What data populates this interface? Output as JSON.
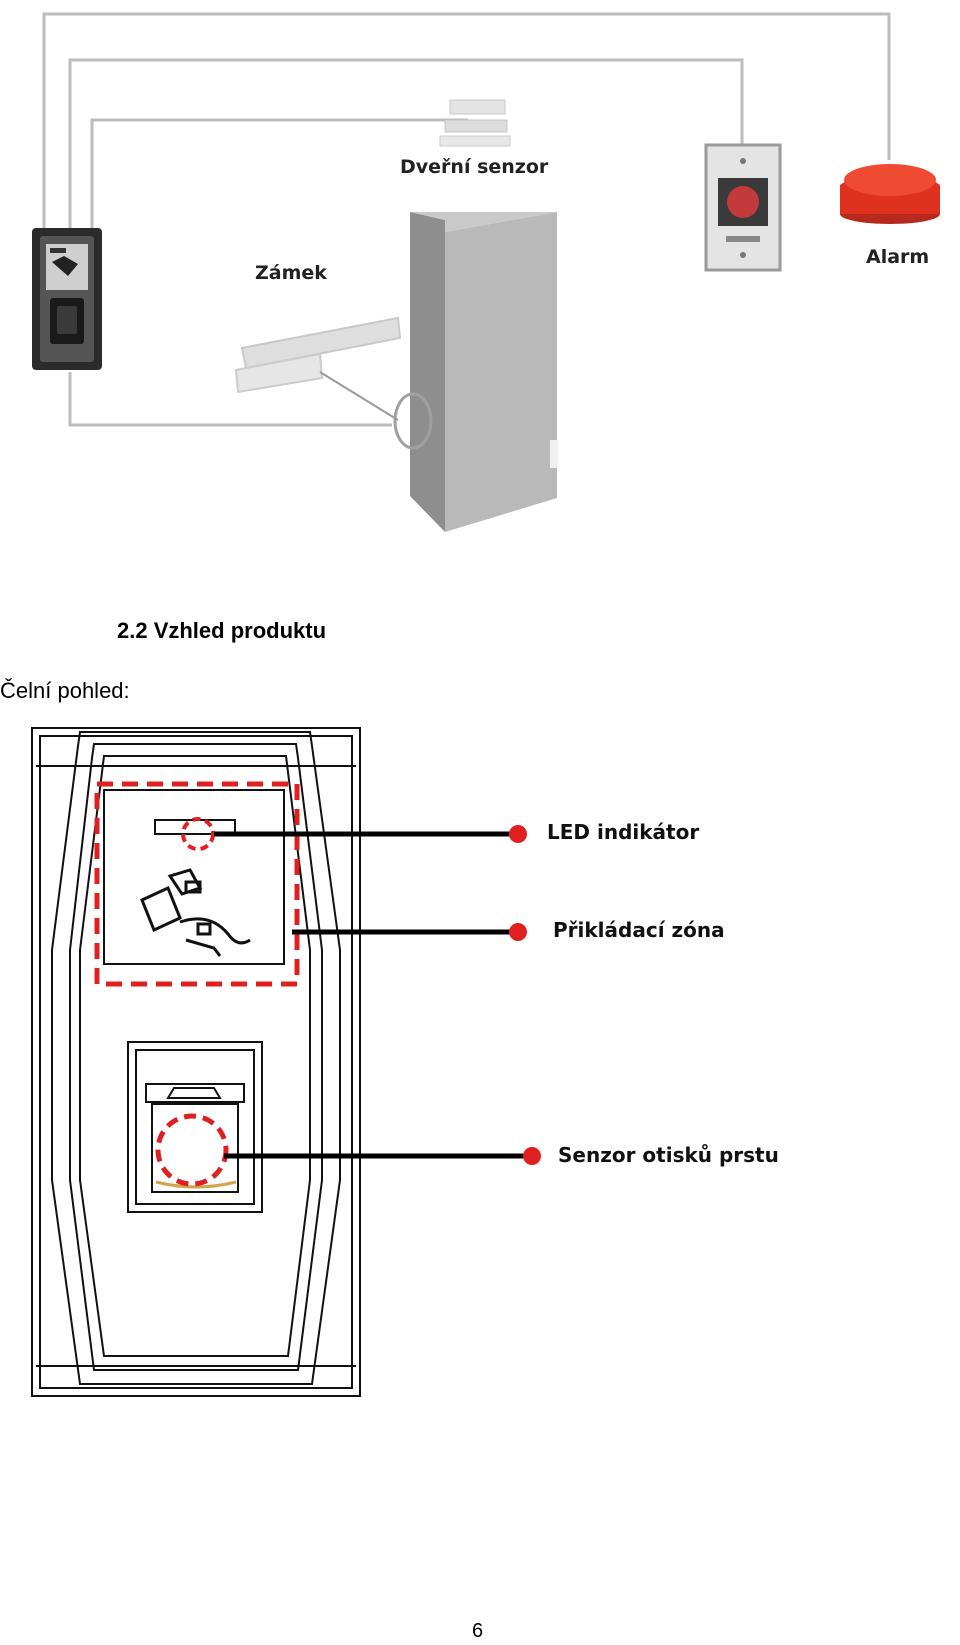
{
  "wiring_diagram": {
    "labels": {
      "door_sensor": "Dveřní senzor",
      "lock": "Zámek",
      "alarm": "Alarm"
    },
    "colors": {
      "alarm": "#e0301e",
      "wire": "#bdbdbd",
      "door": "#9a9a9a"
    }
  },
  "section": {
    "heading": "2.2 Vzhled produktu",
    "view_label": "Čelní pohled:"
  },
  "front_view": {
    "callouts": {
      "led": "LED indikátor",
      "card_zone": "Přikládací zóna",
      "fingerprint": "Senzor otisků prstu"
    },
    "colors": {
      "marker": "#e02020",
      "outline": "#111111"
    }
  },
  "page_number": "6"
}
